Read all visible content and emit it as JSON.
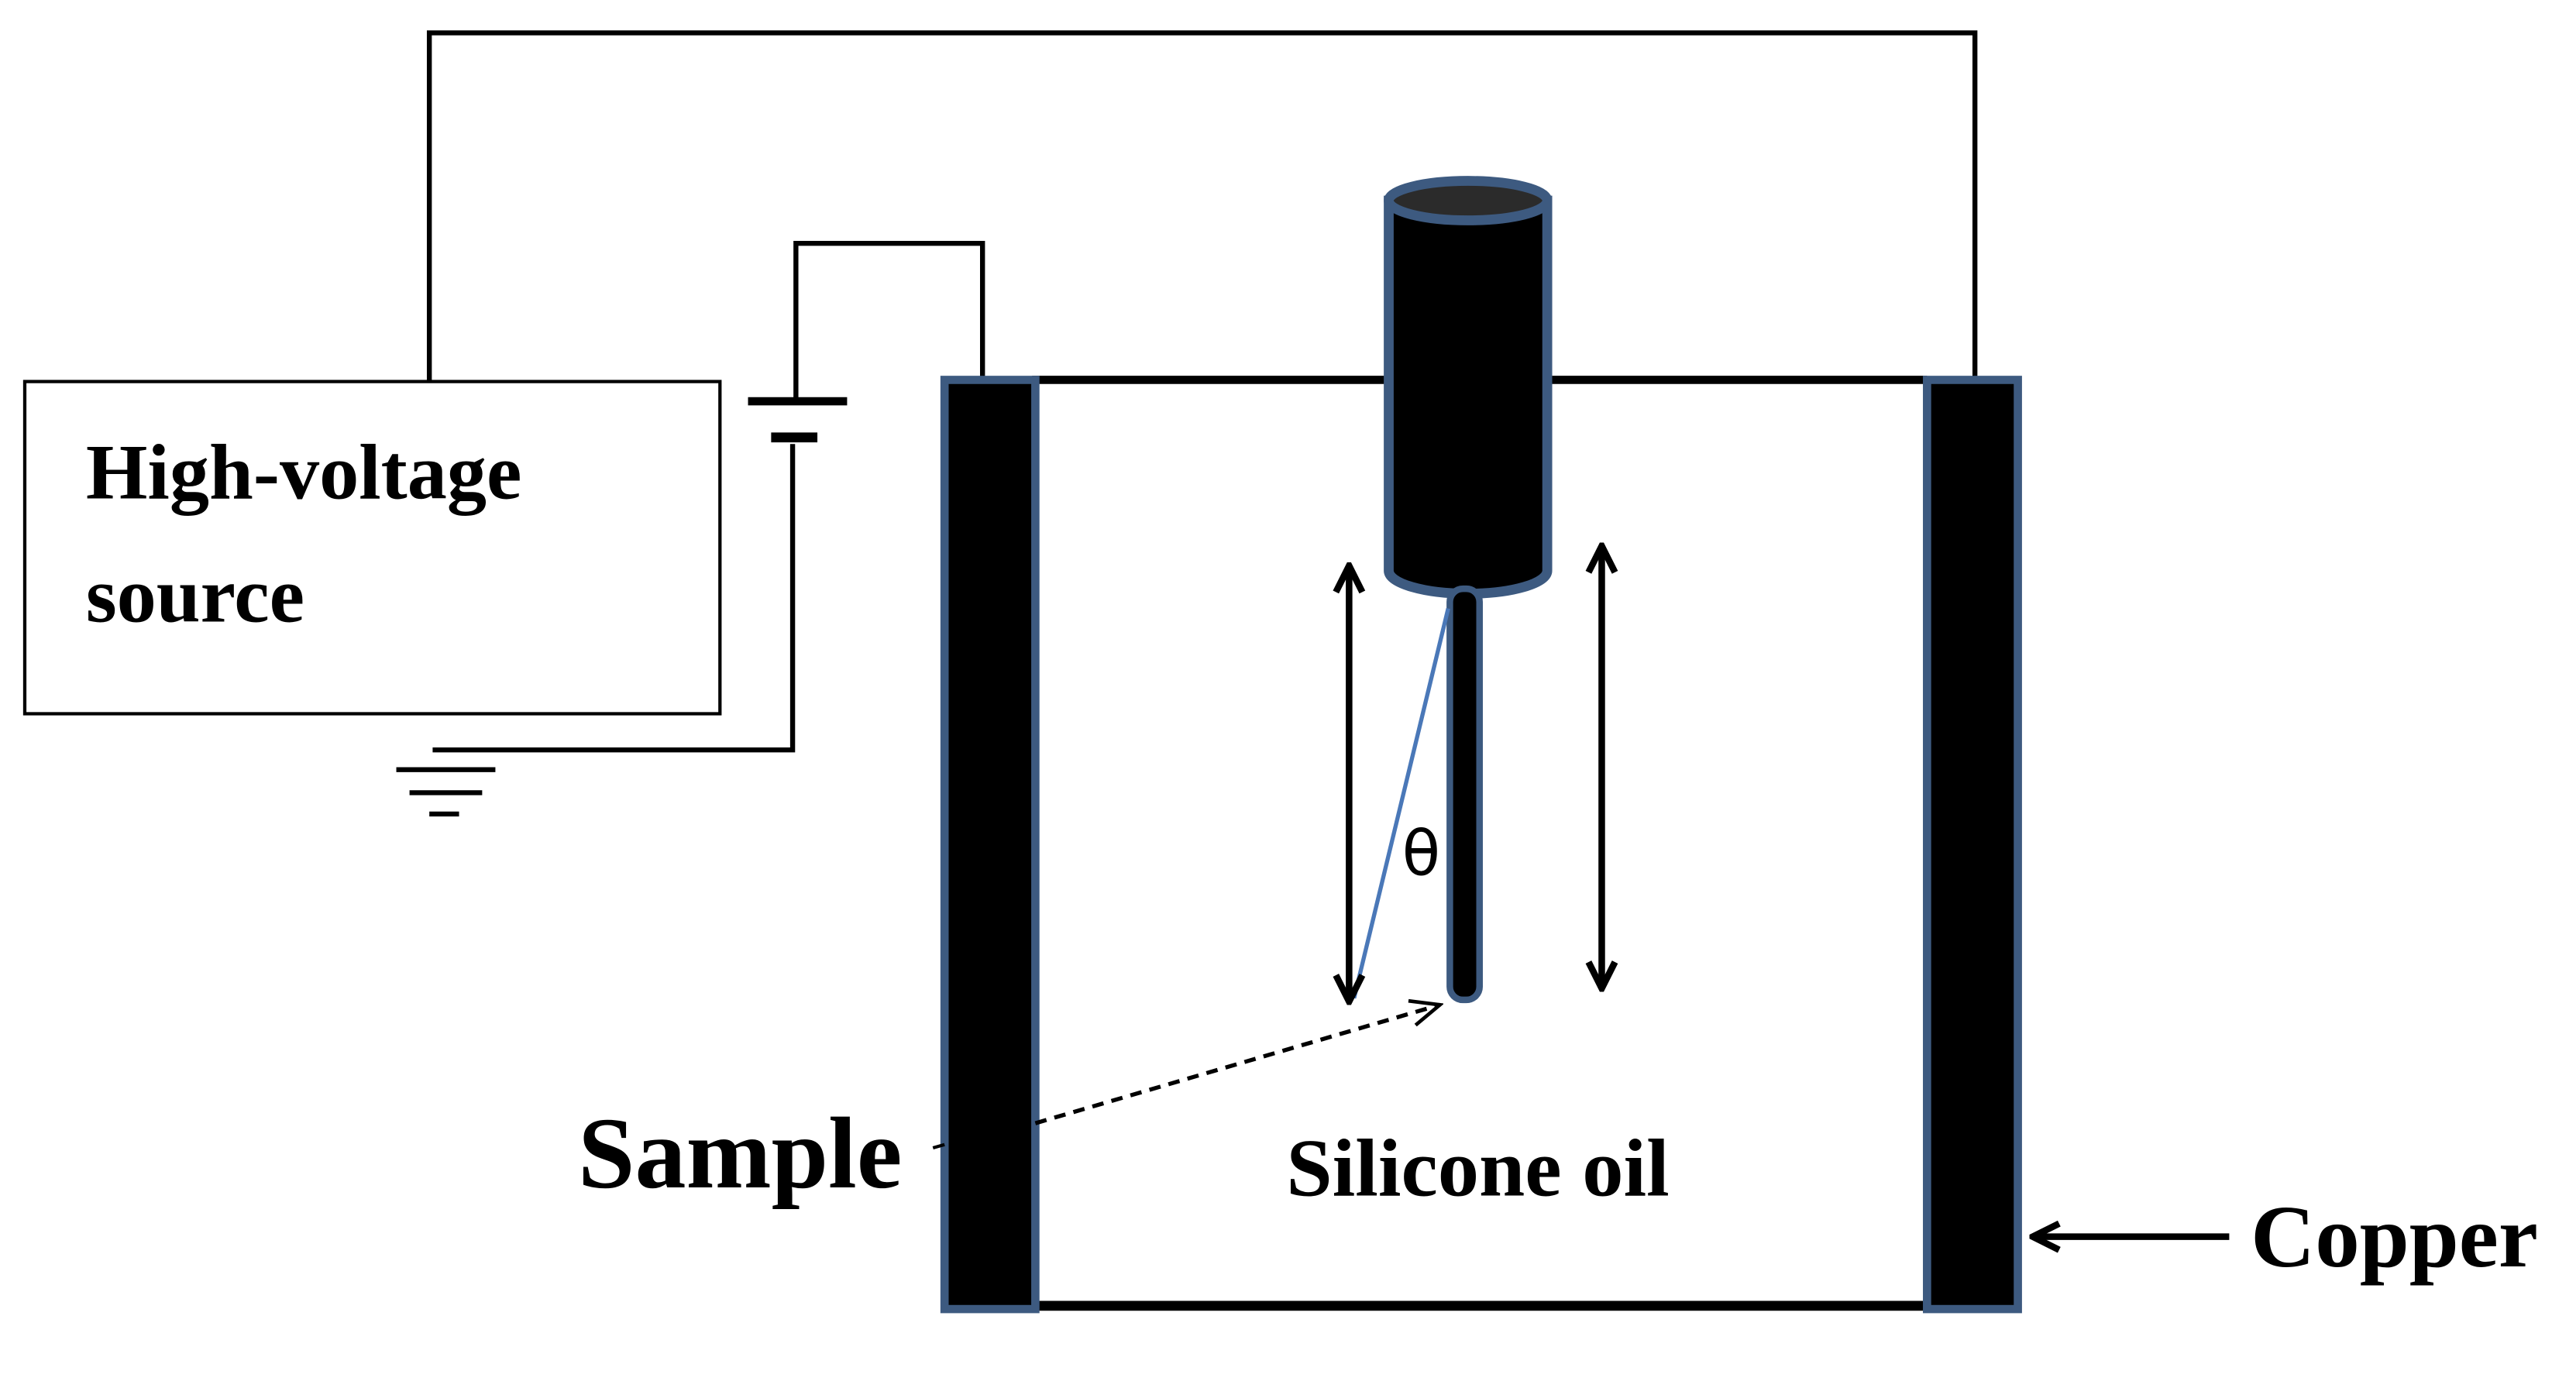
{
  "source": {
    "line1": "High-voltage",
    "line2": "source"
  },
  "labels": {
    "sample": "Sample",
    "medium": "Silicone oil",
    "electrode": "Copper",
    "angle": "θ"
  },
  "colors": {
    "outline_blue": "#3d5a80",
    "deflection_line": "#4a78b8",
    "fill_black": "#000000"
  }
}
